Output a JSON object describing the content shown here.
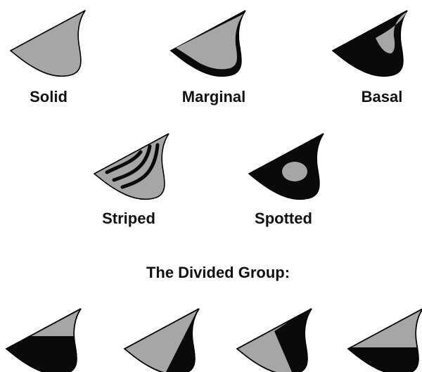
{
  "labels": {
    "solid": "Solid",
    "marginal": "Marginal",
    "basal": "Basal",
    "striped": "Striped",
    "spotted": "Spotted",
    "divided_group": "The Divided Group:"
  },
  "colors": {
    "fill_gray": "#a6a6a6",
    "fill_dark": "#0a0a0a",
    "outline": "#000000",
    "background": "#ffffff",
    "text": "#111111"
  }
}
